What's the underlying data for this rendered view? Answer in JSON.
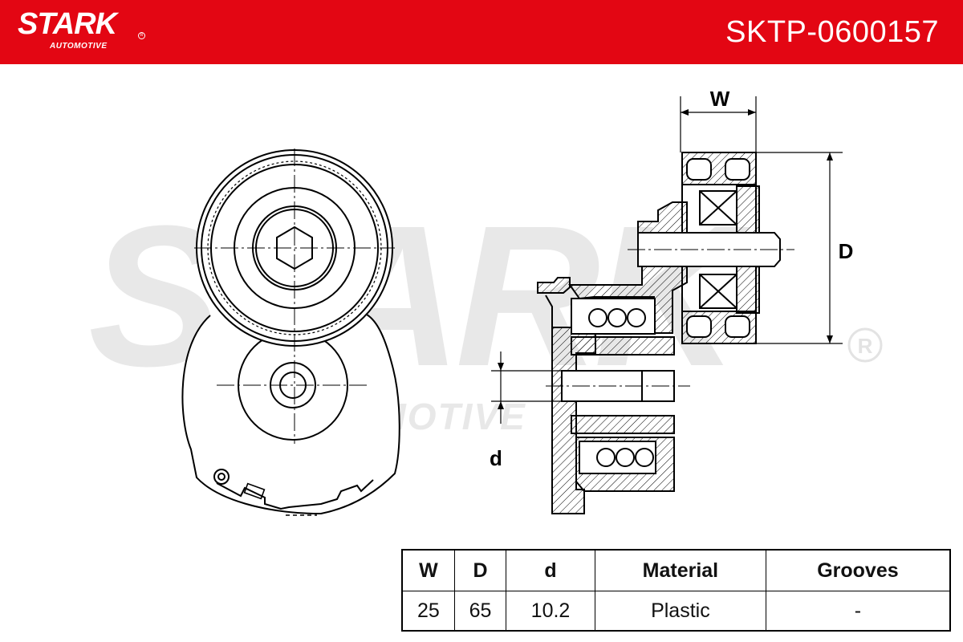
{
  "brand": {
    "name": "STARK",
    "tagline": "AUTOMOTIVE"
  },
  "part_number": "SKTP-0600157",
  "watermark": {
    "text": "STARK",
    "subtext": "AUTOMOTIVE"
  },
  "dimension_labels": {
    "width": "W",
    "diameter": "D",
    "bore": "d"
  },
  "spec_table": {
    "headers": [
      "W",
      "D",
      "d",
      "Material",
      "Grooves"
    ],
    "values": [
      "25",
      "65",
      "10.2",
      "Plastic",
      "-"
    ]
  },
  "colors": {
    "brand_red": "#e30613",
    "line": "#000000",
    "watermark": "#e6e6e6"
  }
}
